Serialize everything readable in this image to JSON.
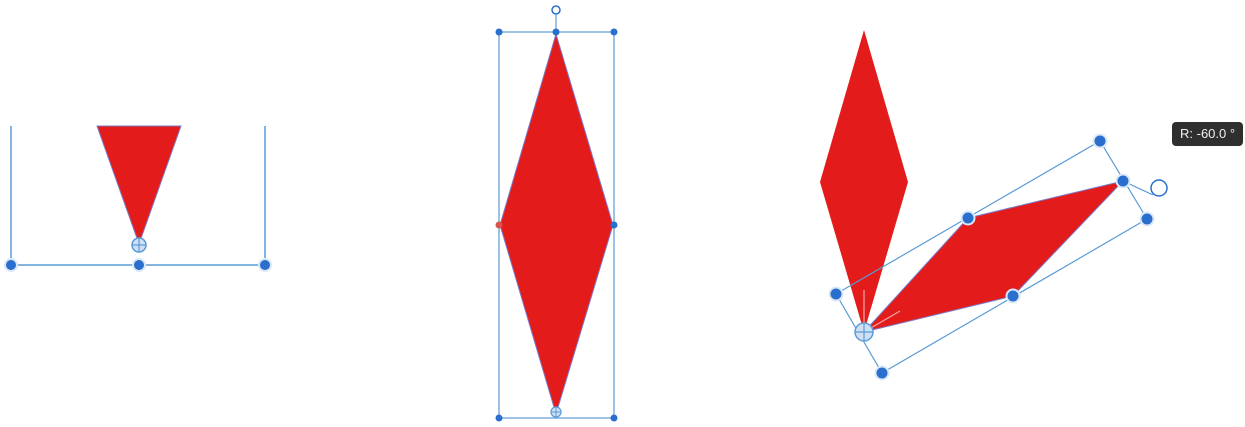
{
  "colors": {
    "shape_fill": "#e31b1b",
    "selection": "#5b9bd5",
    "handle": "#2a6fce",
    "tooltip_bg": "#2f2f2f"
  },
  "panels": [
    {
      "name": "tip-closeup",
      "icons": [
        "anchor-point-icon",
        "handle-dot-icon"
      ]
    },
    {
      "name": "scaled-diamond",
      "icons": [
        "rotate-handle-icon",
        "handle-dot-icon",
        "anchor-point-icon"
      ]
    },
    {
      "name": "rotated-diamond",
      "icons": [
        "rotate-handle-icon",
        "handle-dot-icon",
        "anchor-point-icon"
      ]
    }
  ],
  "rotation_tooltip": {
    "text": "R: -60.0 °"
  }
}
